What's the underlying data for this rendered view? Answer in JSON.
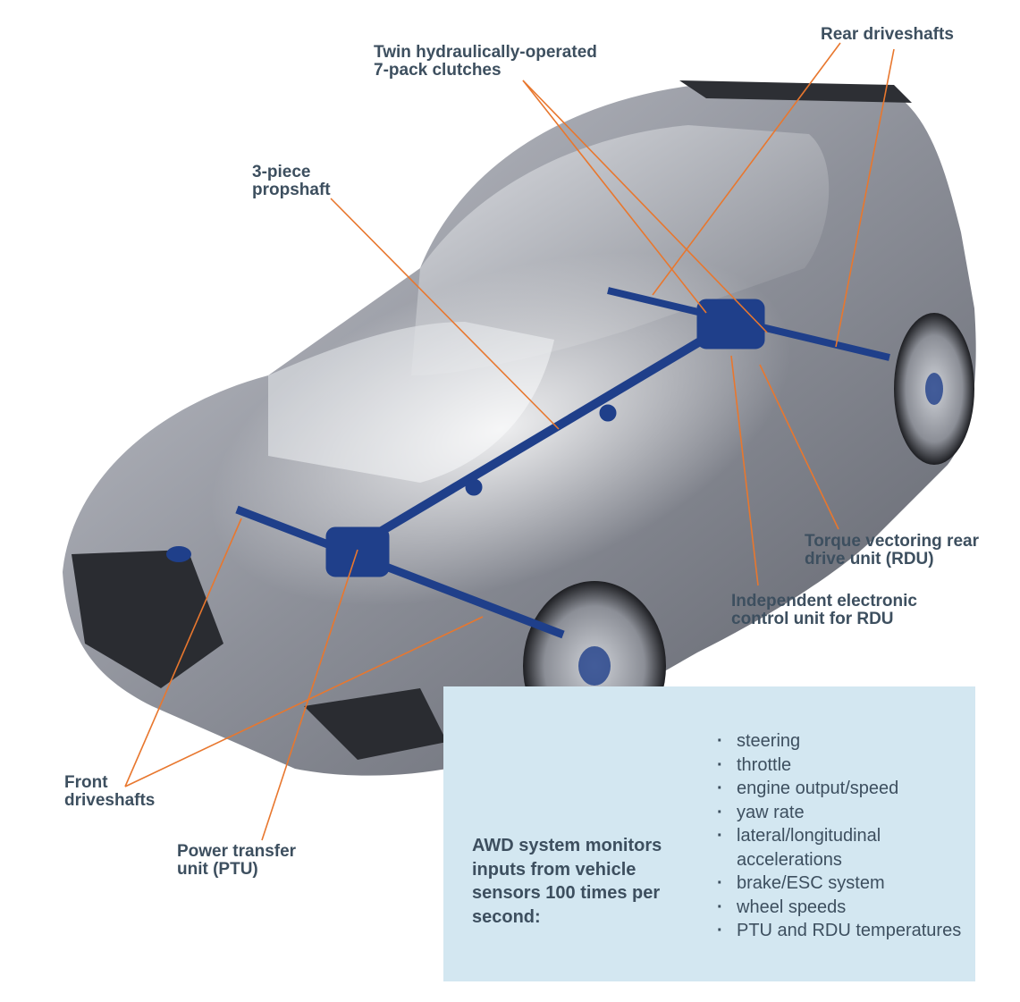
{
  "callouts": {
    "rear_driveshafts": "Rear driveshafts",
    "twin_clutches": "Twin hydraulically-operated\n7-pack clutches",
    "propshaft": "3-piece\npropshaft",
    "rdu": "Torque vectoring rear\ndrive unit (RDU)",
    "ecu": "Independent electronic\ncontrol unit for RDU",
    "front_driveshafts": "Front\ndriveshafts",
    "ptu": "Power transfer\nunit (PTU)"
  },
  "info_box": {
    "heading": "AWD system monitors inputs from vehicle sensors 100 times per second:",
    "items": [
      "steering",
      "throttle",
      "engine output/speed",
      "yaw rate",
      "lateral/longitudinal accelerations",
      "brake/ESC system",
      "wheel speeds",
      "PTU and RDU temperatures"
    ]
  },
  "colors": {
    "leader_line": "#e8772e",
    "label_text": "#3d4f5f",
    "info_box_bg": "#d3e7f1",
    "car_body": "#8a8c96",
    "drivetrain": "#1f3f8a"
  }
}
